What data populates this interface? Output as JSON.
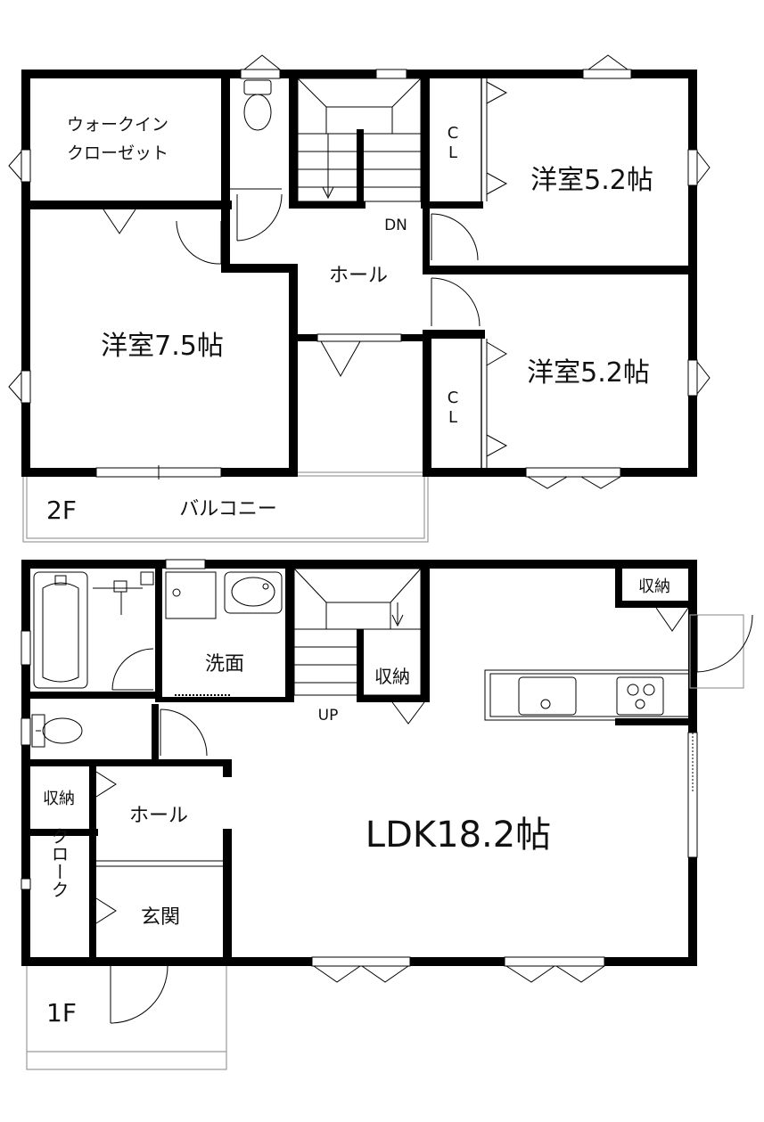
{
  "floor_2": {
    "label": "2F",
    "rooms": {
      "walkin_line1": "ウォークイン",
      "walkin_line2": "クローゼット",
      "western_7_5": "洋室7.5帖",
      "western_5_2_upper": "洋室5.2帖",
      "western_5_2_lower": "洋室5.2帖",
      "hall": "ホール",
      "balcony": "バルコニー",
      "cl_1_line1": "C",
      "cl_1_line2": "L",
      "cl_2_line1": "C",
      "cl_2_line2": "L",
      "stair_label": "DN"
    }
  },
  "floor_1": {
    "label": "1F",
    "rooms": {
      "ldk": "LDK18.2帖",
      "washroom": "洗面",
      "storage_stair": "収納",
      "storage_kitchen": "収納",
      "storage_hall": "収納",
      "hall": "ホール",
      "cloak": "クローク",
      "entrance": "玄関",
      "stair_label": "UP"
    }
  }
}
